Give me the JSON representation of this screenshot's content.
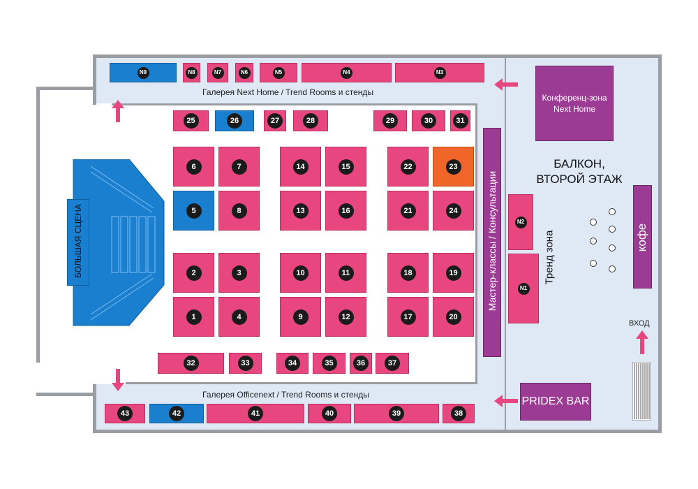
{
  "colors": {
    "booth": "#e8467e",
    "blue": "#1a7fcf",
    "orange": "#f0652a",
    "purple": "#9b3b94",
    "zone": "#dfe8f5",
    "wall": "#9a9ea3"
  },
  "galleries": {
    "top": "Галерея Next Home / Trend Rooms и стенды",
    "bottom": "Галерея Officenext / Trend Rooms и стенды"
  },
  "stage": "БОЛЬШАЯ СЦЕНА",
  "masterclass": "Мастер-классы / Консультации",
  "conference": "Конференц-зона Next Home",
  "balcony": "БАЛКОН, ВТОРОЙ ЭТАЖ",
  "trend_zone": "Тренд зона",
  "coffee": "кофе",
  "bar": "PRIDEX BAR",
  "entrance": "ВХОД",
  "booths": {
    "n9": "N9",
    "n8": "N8",
    "n7": "N7",
    "n6": "N6",
    "n5": "N5",
    "n4": "N4",
    "n3": "N3",
    "n2": "N2",
    "n1": "N1",
    "b1": "1",
    "b2": "2",
    "b3": "3",
    "b4": "4",
    "b5": "5",
    "b6": "6",
    "b7": "7",
    "b8": "8",
    "b9": "9",
    "b10": "10",
    "b11": "11",
    "b12": "12",
    "b13": "13",
    "b14": "14",
    "b15": "15",
    "b16": "16",
    "b17": "17",
    "b18": "18",
    "b19": "19",
    "b20": "20",
    "b21": "21",
    "b22": "22",
    "b23": "23",
    "b24": "24",
    "b25": "25",
    "b26": "26",
    "b27": "27",
    "b28": "28",
    "b29": "29",
    "b30": "30",
    "b31": "31",
    "b32": "32",
    "b33": "33",
    "b34": "34",
    "b35": "35",
    "b36": "36",
    "b37": "37",
    "b38": "38",
    "b39": "39",
    "b40": "40",
    "b41": "41",
    "b42": "42",
    "b43": "43"
  }
}
